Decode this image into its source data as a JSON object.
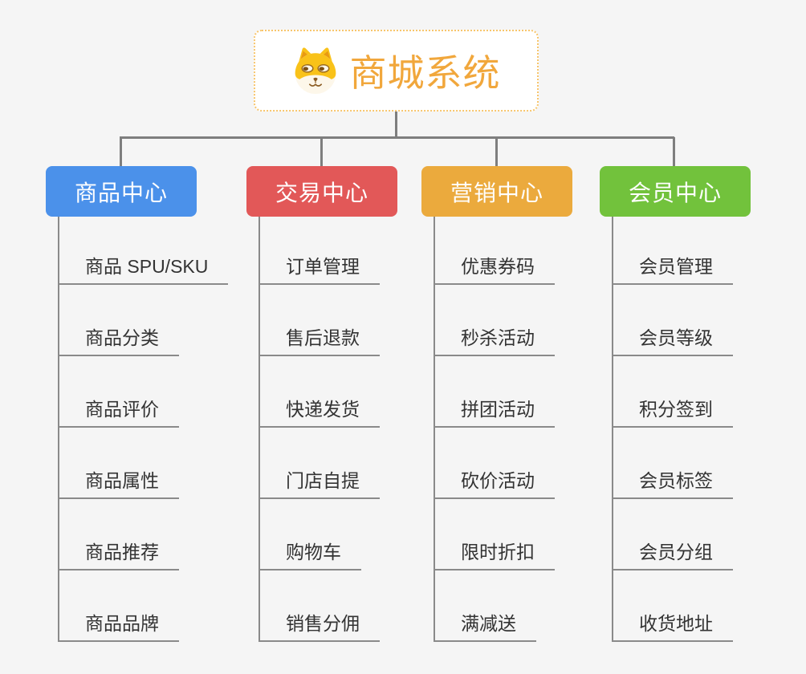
{
  "root": {
    "title": "商城系统",
    "icon": "doge-icon"
  },
  "colors": {
    "connector": "#7e7e7e",
    "underline": "#8a8a8a",
    "root_border": "#f7c56c",
    "root_text": "#f1a73c",
    "item_text": "#333333",
    "background": "#f5f5f5"
  },
  "branches": [
    {
      "label": "商品中心",
      "color": "#4b91ea",
      "items": [
        "商品 SPU/SKU",
        "商品分类",
        "商品评价",
        "商品属性",
        "商品推荐",
        "商品品牌"
      ]
    },
    {
      "label": "交易中心",
      "color": "#e25858",
      "items": [
        "订单管理",
        "售后退款",
        "快递发货",
        "门店自提",
        "购物车",
        "销售分佣"
      ]
    },
    {
      "label": "营销中心",
      "color": "#ebaa3d",
      "items": [
        "优惠券码",
        "秒杀活动",
        "拼团活动",
        "砍价活动",
        "限时折扣",
        "满减送"
      ]
    },
    {
      "label": "会员中心",
      "color": "#72c23c",
      "items": [
        "会员管理",
        "会员等级",
        "积分签到",
        "会员标签",
        "会员分组",
        "收货地址"
      ]
    }
  ]
}
